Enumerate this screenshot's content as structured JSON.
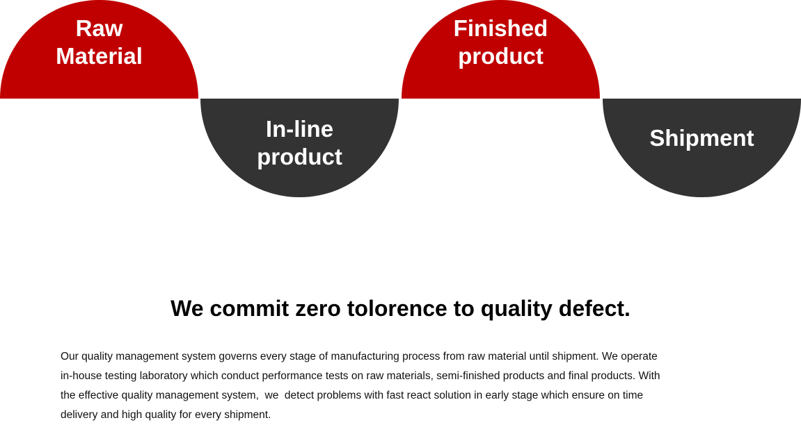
{
  "stages": [
    {
      "label": "Raw Material",
      "lines": [
        "Raw",
        "Material"
      ],
      "color": "#c00000"
    },
    {
      "label": "In-line product",
      "lines": [
        "In-line",
        "product"
      ],
      "color": "#333333"
    },
    {
      "label": "Finished product",
      "lines": [
        "Finished",
        "product"
      ],
      "color": "#c00000"
    },
    {
      "label": "Shipment",
      "lines": [
        "Shipment"
      ],
      "color": "#333333"
    }
  ],
  "heading": "We commit zero tolorence to quality defect.",
  "paragraph_lines": [
    "Our quality management system governs every stage of manufacturing process from raw material until shipment. We operate",
    "in-house testing laboratory which conduct performance tests on raw materials, semi-finished products and final products. With",
    "the effective quality management system,  we  detect problems with fast react solution in early stage which ensure on time",
    "delivery and high quality for every shipment."
  ]
}
